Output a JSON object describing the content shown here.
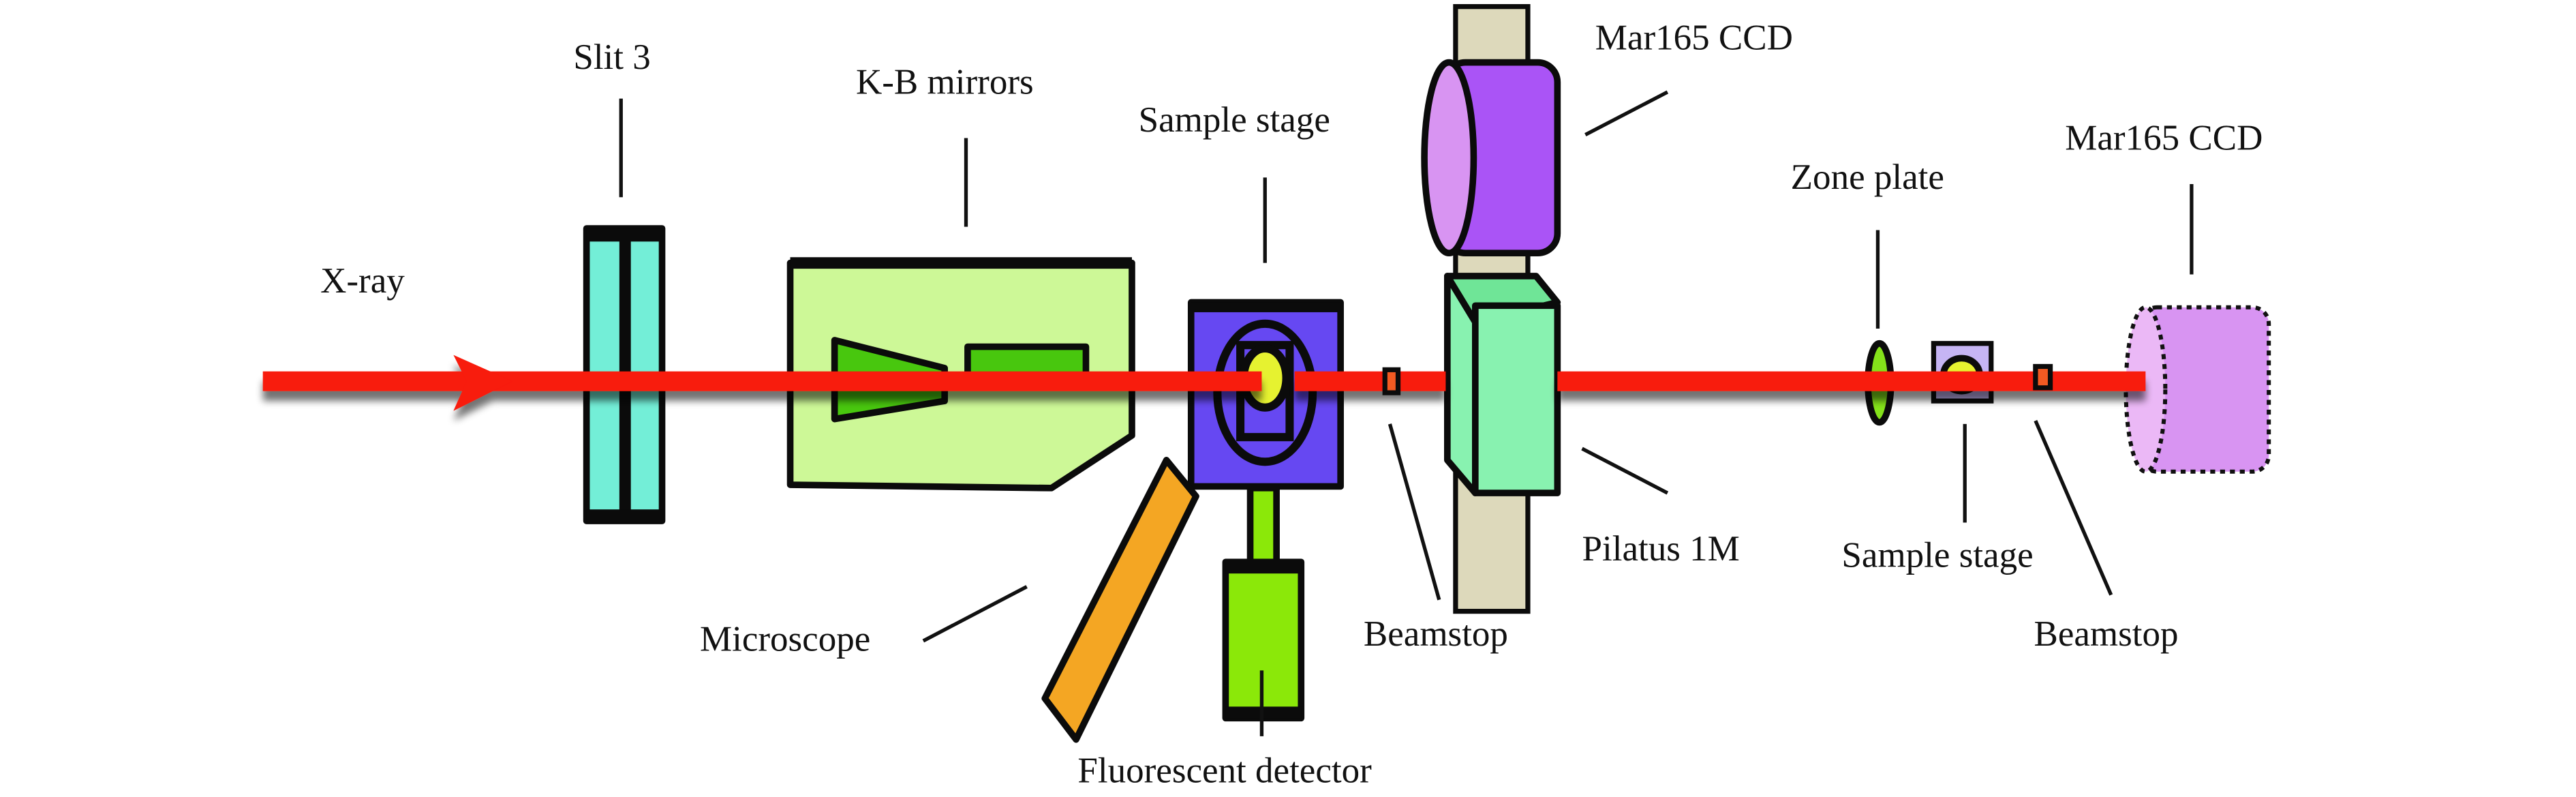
{
  "diagram": {
    "type": "beamline-schematic",
    "beam": {
      "label": "X-ray",
      "color": "#f81a0a"
    },
    "components": [
      {
        "id": "slit3",
        "label": "Slit 3",
        "color": "#73eed7"
      },
      {
        "id": "kb_mirrors",
        "label": "K-B mirrors",
        "color": "#cdf897"
      },
      {
        "id": "sample_stage_1",
        "label": "Sample stage",
        "color": "#6648f2"
      },
      {
        "id": "microscope",
        "label": "Microscope",
        "color": "#f4a623"
      },
      {
        "id": "fluorescent_detector",
        "label": "Fluorescent detector",
        "color": "#8be809"
      },
      {
        "id": "beamstop_1",
        "label": "Beamstop"
      },
      {
        "id": "mar165_ccd_1",
        "label": "Mar165 CCD",
        "color": "#aa54f6"
      },
      {
        "id": "pilatus_1m",
        "label": "Pilatus 1M",
        "color": "#88f2b0"
      },
      {
        "id": "zone_plate",
        "label": "Zone plate",
        "color": "#84e21a"
      },
      {
        "id": "sample_stage_2",
        "label": "Sample stage",
        "color": "#c6b5f4"
      },
      {
        "id": "beamstop_2",
        "label": "Beamstop"
      },
      {
        "id": "mar165_ccd_2",
        "label": "Mar165 CCD",
        "color": "#d894f2"
      }
    ],
    "support_column_color": "#ddd9bb"
  }
}
